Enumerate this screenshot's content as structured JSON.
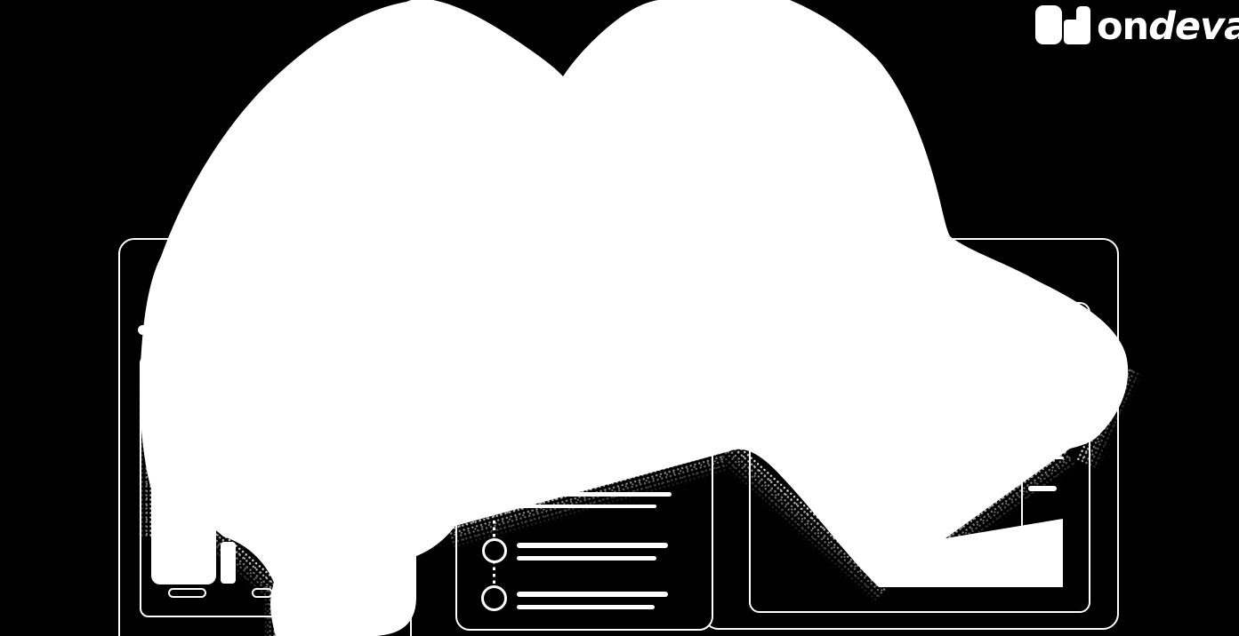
{
  "page": {
    "background_color": "#000000",
    "foreground_color": "#ffffff"
  },
  "logo": {
    "brand": "ondeva",
    "word_start": "on",
    "word_end": "deva",
    "mark": "two-bars-icon"
  },
  "illustration": {
    "cloud": {
      "lobes": 2,
      "edge_style": "halftone-dither"
    },
    "windows": {
      "left_window": {
        "toolbar_pills": 1,
        "content_columns": 2,
        "footer_pill_buttons": 2
      },
      "middle_card": {
        "text_lines": 6,
        "step_circles": 2,
        "connector": "dotted-vertical"
      },
      "right_window": {
        "divider_lines": 1,
        "sidebar_text_lines": 2
      }
    }
  }
}
